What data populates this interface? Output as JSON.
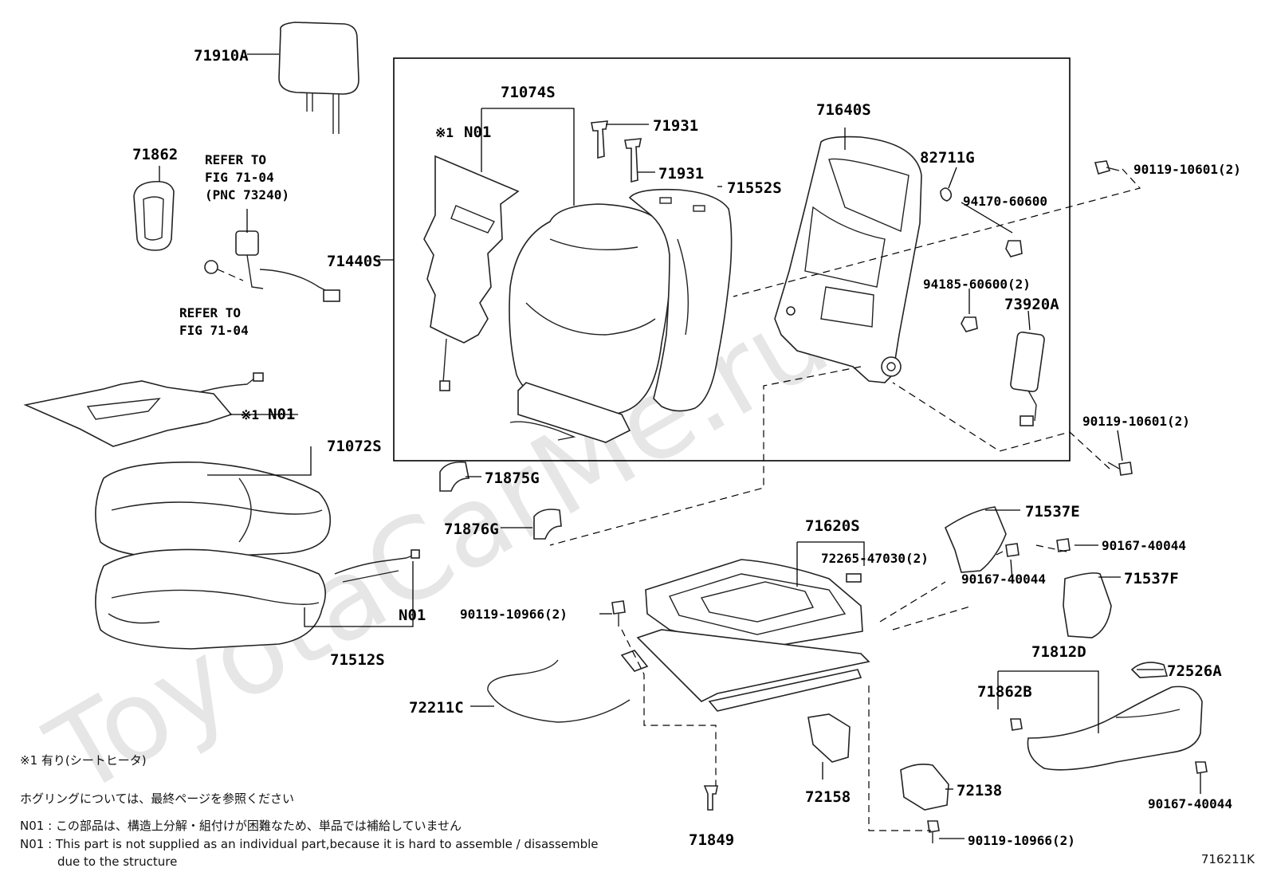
{
  "watermark": "ToyotaCarMe.ru",
  "figure_id": "716211K",
  "references": {
    "ref1_line1": "REFER TO",
    "ref1_line2": "FIG 71-04",
    "ref1_line3": "(PNC 73240)",
    "ref2_line1": "REFER TO",
    "ref2_line2": "FIG 71-04"
  },
  "parts": {
    "p71910A": "71910A",
    "p71862": "71862",
    "p71074S": "71074S",
    "p71931a": "71931",
    "p71931b": "71931",
    "p71640S": "71640S",
    "p82711G": "82711G",
    "p90119_10601_top": "90119-10601(2)",
    "p94170_60600": "94170-60600",
    "p71552S": "71552S",
    "p71440S": "71440S",
    "p94185_60600": "94185-60600(2)",
    "p73920A": "73920A",
    "p90119_10601_bot": "90119-10601(2)",
    "pN01_back": "N01",
    "pN01_cushion": "N01",
    "pN01_wire": "N01",
    "p71072S": "71072S",
    "p71875G": "71875G",
    "p71876G": "71876G",
    "p71620S": "71620S",
    "p72265_47030": "72265-47030(2)",
    "p71537E": "71537E",
    "p90167_40044_a": "90167-40044",
    "p90167_40044_b": "90167-40044",
    "p71537F": "71537F",
    "p90119_10966_a": "90119-10966(2)",
    "p71512S": "71512S",
    "p72211C": "72211C",
    "p71812D": "71812D",
    "p72526A": "72526A",
    "p71862B": "71862B",
    "p72158": "72158",
    "p72138": "72138",
    "p90167_40044_c": "90167-40044",
    "p90119_10966_b": "90119-10966(2)",
    "p71849": "71849"
  },
  "marks": {
    "m1": "※1",
    "m2": "※1"
  },
  "notes": {
    "n1": "※1  有り(シートヒータ)",
    "n2": "ホグリングについては、最終ページを参照ください",
    "n3": "N01 : この部品は、構造上分解・組付けが困難なため、単品では補給していません",
    "n4": "N01 : This part is not supplied as an individual part,because it is hard to assemble / disassemble",
    "n5": "due to the structure"
  }
}
